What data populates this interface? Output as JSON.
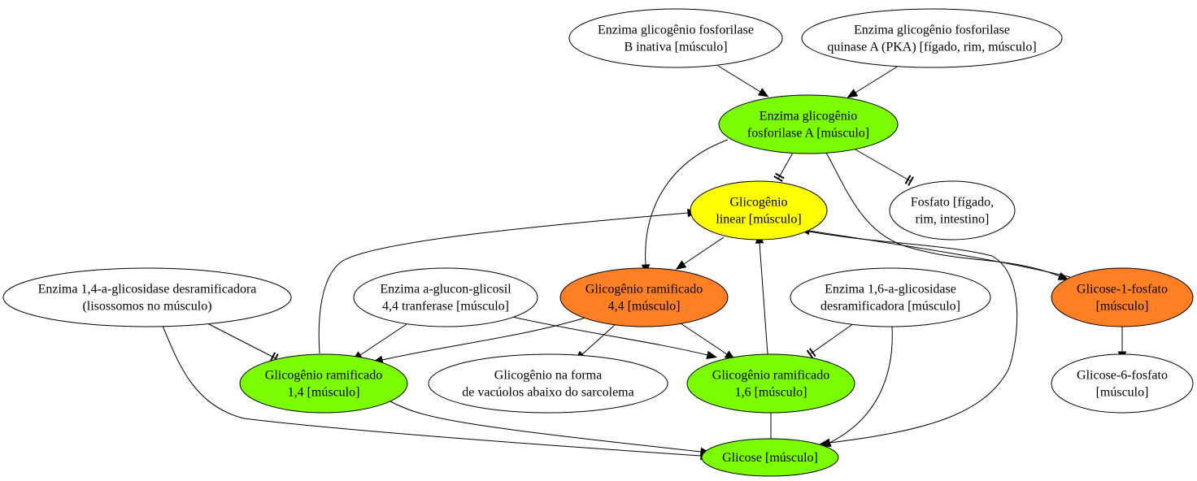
{
  "colors": {
    "green": "#7cfc00",
    "yellow": "#ffff00",
    "orange": "#ff7f24",
    "white": "#ffffff",
    "stroke": "#000000"
  },
  "nodes": {
    "gp_b_inativa": {
      "lines": [
        "Enzima glicogênio fosforilase",
        "B inativa [músculo]"
      ],
      "fill": "white"
    },
    "gp_quinase_a": {
      "lines": [
        "Enzima glicogênio fosforilase",
        "quinase A (PKA) [fígado, rim, músculo]"
      ],
      "fill": "white"
    },
    "gp_a": {
      "lines": [
        "Enzima glicogênio",
        "fosforilase A [músculo]"
      ],
      "fill": "green"
    },
    "glic_linear": {
      "lines": [
        "Glicogênio",
        "linear [músculo]"
      ],
      "fill": "yellow"
    },
    "fosfato": {
      "lines": [
        "Fosfato [fígado,",
        "rim, intestino]"
      ],
      "fill": "white"
    },
    "enz_14_desram": {
      "lines": [
        "Enzima 1,4-a-glicosidase desramificadora",
        "(lisossomos no músculo)"
      ],
      "fill": "white"
    },
    "enz_glucon": {
      "lines": [
        "Enzima a-glucon-glicosil",
        "4,4 tranferase [músculo]"
      ],
      "fill": "white"
    },
    "glic_ram_44": {
      "lines": [
        "Glicogênio ramificado",
        "4,4 [músculo]"
      ],
      "fill": "orange"
    },
    "enz_16_desram": {
      "lines": [
        "Enzima 1,6-a-glicosidase",
        "desramificadora [músculo]"
      ],
      "fill": "white"
    },
    "glicose_1p": {
      "lines": [
        "Glicose-1-fosfato",
        "[músculo]"
      ],
      "fill": "orange"
    },
    "glic_ram_14": {
      "lines": [
        "Glicogênio ramificado",
        "1,4 [músculo]"
      ],
      "fill": "green"
    },
    "glic_vacuolos": {
      "lines": [
        "Glicogênio na forma",
        "de vacúolos abaixo do sarcolema"
      ],
      "fill": "white"
    },
    "glic_ram_16": {
      "lines": [
        "Glicogênio ramificado",
        "1,6 [músculo]"
      ],
      "fill": "green"
    },
    "glicose_6p": {
      "lines": [
        "Glicose-6-fosfato",
        "[músculo]"
      ],
      "fill": "white"
    },
    "glicose": {
      "lines": [
        "Glicose [músculo]"
      ],
      "fill": "green"
    }
  },
  "edges": [
    {
      "from": "gp_b_inativa",
      "to": "gp_a",
      "head": "arrow"
    },
    {
      "from": "gp_quinase_a",
      "to": "gp_a",
      "head": "arrow"
    },
    {
      "from": "gp_a",
      "to": "glic_linear",
      "head": "tee"
    },
    {
      "from": "gp_a",
      "to": "fosfato",
      "head": "tee"
    },
    {
      "from": "gp_a",
      "to": "glic_ram_44",
      "head": "arrow"
    },
    {
      "from": "gp_a",
      "to": "glicose_1p",
      "head": "arrow"
    },
    {
      "from": "glic_linear",
      "to": "glic_ram_44",
      "head": "arrow"
    },
    {
      "from": "glic_ram_14",
      "to": "glic_linear",
      "head": "arrow"
    },
    {
      "from": "glic_ram_16",
      "to": "glic_linear",
      "head": "arrow"
    },
    {
      "from": "glicose_1p",
      "to": "glic_linear",
      "head": "arrow"
    },
    {
      "from": "glic_linear",
      "to": "glicose",
      "head": "arrow"
    },
    {
      "from": "enz_14_desram",
      "to": "glic_ram_14",
      "head": "tee"
    },
    {
      "from": "enz_14_desram",
      "to": "glicose",
      "head": "arrow"
    },
    {
      "from": "enz_glucon",
      "to": "glic_ram_14",
      "head": "arrow"
    },
    {
      "from": "enz_glucon",
      "to": "glic_ram_16",
      "head": "arrow"
    },
    {
      "from": "glic_ram_44",
      "to": "glic_ram_14",
      "head": "arrow"
    },
    {
      "from": "glic_ram_44",
      "to": "glic_vacuolos",
      "head": "arrow"
    },
    {
      "from": "glic_ram_44",
      "to": "glic_ram_16",
      "head": "arrow"
    },
    {
      "from": "enz_16_desram",
      "to": "glic_ram_16",
      "head": "tee"
    },
    {
      "from": "enz_16_desram",
      "to": "glicose",
      "head": "arrow"
    },
    {
      "from": "glic_ram_14",
      "to": "glicose",
      "head": "arrow"
    },
    {
      "from": "glic_ram_16",
      "to": "glicose",
      "head": "arrow"
    },
    {
      "from": "glicose_1p",
      "to": "glicose_6p",
      "head": "arrow"
    }
  ]
}
